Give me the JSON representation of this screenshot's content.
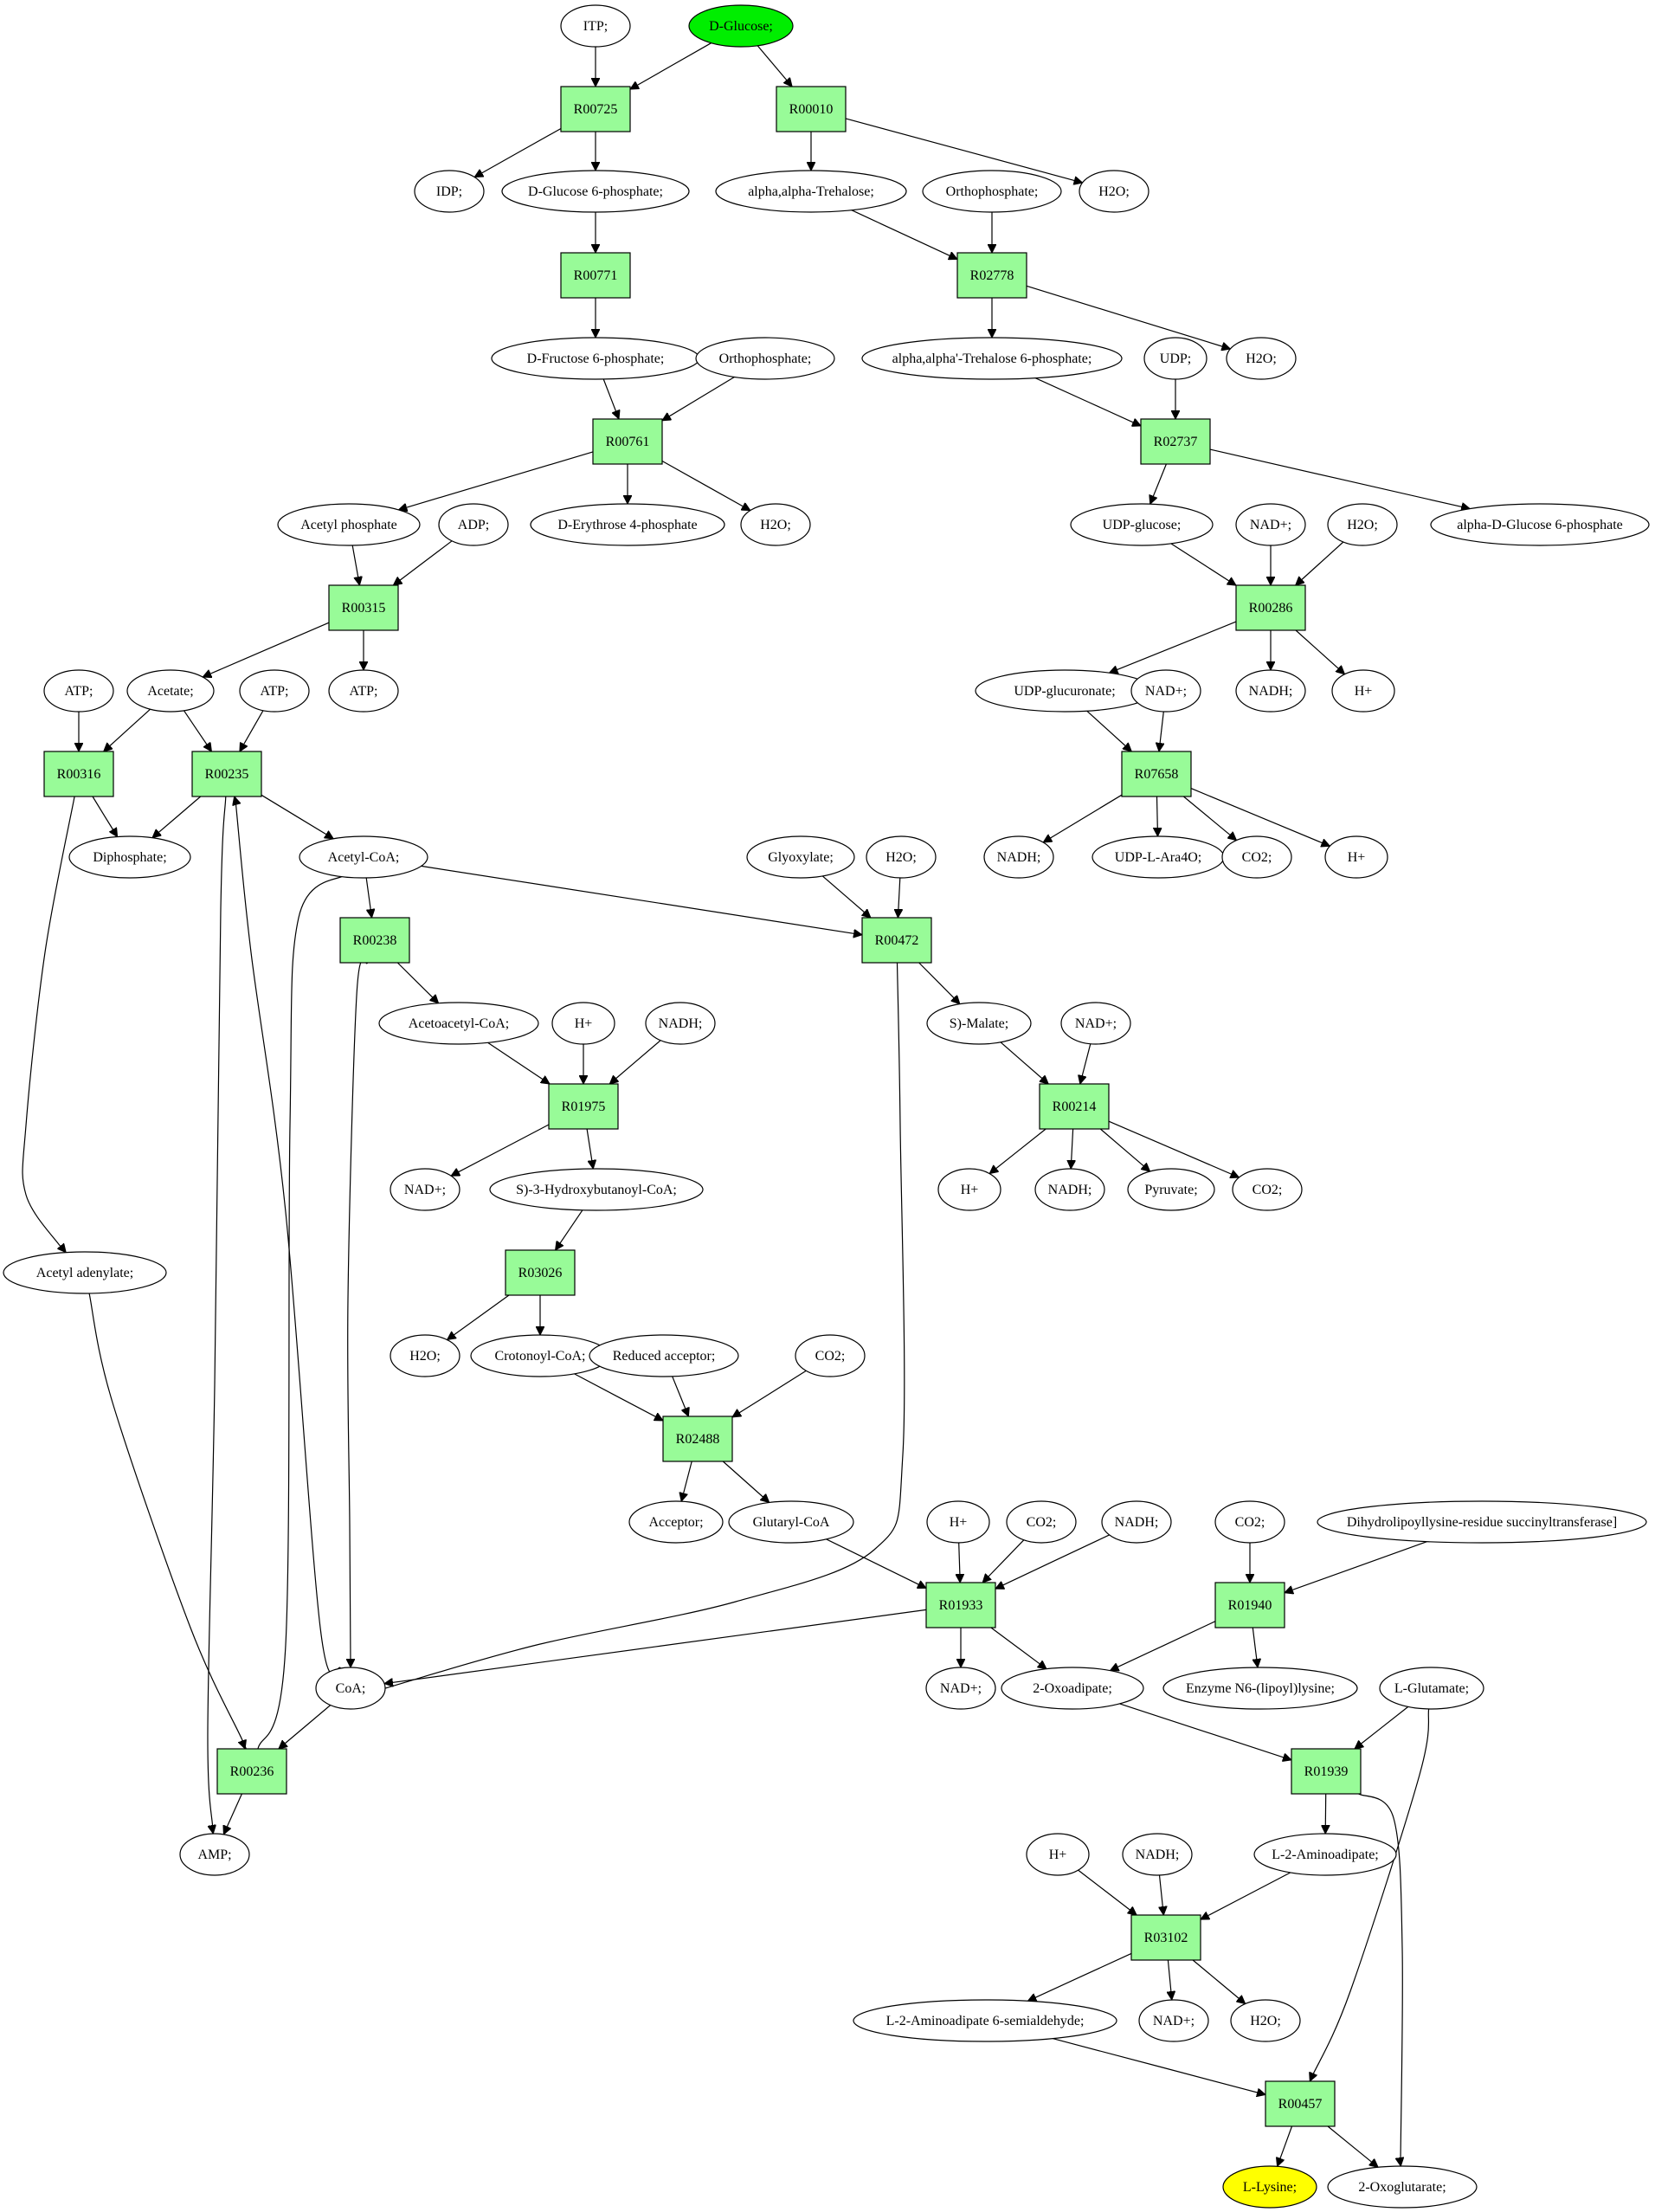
{
  "colors": {
    "reaction_fill": "#98fb98",
    "compound_fill": "#ffffff",
    "start_fill": "#00ee00",
    "target_fill": "#ffff00",
    "line": "#000000"
  },
  "nodes": {
    "itp": "ITP;",
    "glc": "D-Glucose;",
    "r00725": "R00725",
    "r00010": "R00010",
    "idp": "IDP;",
    "g6p": "D-Glucose 6-phosphate;",
    "treh": "alpha,alpha-Trehalose;",
    "pi1": "Orthophosphate;",
    "h2o_a": "H2O;",
    "r00771": "R00771",
    "r02778": "R02778",
    "f6p": "D-Fructose 6-phosphate;",
    "pi2": "Orthophosphate;",
    "t6p": "alpha,alpha'-Trehalose 6-phosphate;",
    "udp": "UDP;",
    "h2o_b": "H2O;",
    "r00761": "R00761",
    "r02737": "R02737",
    "acp": "Acetyl phosphate",
    "adp": "ADP;",
    "e4p": "D-Erythrose 4-phosphate",
    "h2o_c": "H2O;",
    "udpglc": "UDP-glucose;",
    "nad_a": "NAD+;",
    "h2o_d": "H2O;",
    "ag6p": "alpha-D-Glucose 6-phosphate",
    "r00315": "R00315",
    "r00286": "R00286",
    "atp_a": "ATP;",
    "acetate": "Acetate;",
    "atp_b": "ATP;",
    "atp_c": "ATP;",
    "udpgluc": "UDP-glucuronate;",
    "nad_b": "NAD+;",
    "nadh_a": "NADH;",
    "h_a": "H+",
    "r00316": "R00316",
    "r00235": "R00235",
    "r07658": "R07658",
    "pp": "Diphosphate;",
    "accoa": "Acetyl-CoA;",
    "glyox": "Glyoxylate;",
    "h2o_e": "H2O;",
    "nadh_b": "NADH;",
    "udpara": "UDP-L-Ara4O;",
    "co2_a": "CO2;",
    "h_b": "H+",
    "r00238": "R00238",
    "r00472": "R00472",
    "acacoa": "Acetoacetyl-CoA;",
    "h_c": "H+",
    "nadh_c": "NADH;",
    "smal": "S)-Malate;",
    "nad_c": "NAD+;",
    "r01975": "R01975",
    "r00214": "R00214",
    "nad_d": "NAD+;",
    "hbcoa": "S)-3-Hydroxybutanoyl-CoA;",
    "h_d": "H+",
    "nadh_d": "NADH;",
    "pyr": "Pyruvate;",
    "co2_b": "CO2;",
    "acad": "Acetyl adenylate;",
    "r03026": "R03026",
    "h2o_f": "H2O;",
    "crcoa": "Crotonoyl-CoA;",
    "redacc": "Reduced acceptor;",
    "co2_c": "CO2;",
    "r02488": "R02488",
    "acc": "Acceptor;",
    "glucoa": "Glutaryl-CoA",
    "h_e": "H+",
    "co2_d": "CO2;",
    "nadh_e": "NADH;",
    "co2_e": "CO2;",
    "dhls": "Dihydrolipoyllysine-residue succinyltransferase]",
    "r01933": "R01933",
    "r01940": "R01940",
    "coa": "CoA;",
    "nad_e": "NAD+;",
    "oxoad": "2-Oxoadipate;",
    "enz": "Enzyme N6-(lipoyl)lysine;",
    "lglu": "L-Glutamate;",
    "r00236": "R00236",
    "r01939": "R01939",
    "amp": "AMP;",
    "h_f": "H+",
    "nadh_f": "NADH;",
    "l2aa": "L-2-Aminoadipate;",
    "r03102": "R03102",
    "l2as": "L-2-Aminoadipate 6-semialdehyde;",
    "nad_f": "NAD+;",
    "h2o_g": "H2O;",
    "r00457": "R00457",
    "lys": "L-Lysine;",
    "oxoglu": "2-Oxoglutarate;"
  }
}
